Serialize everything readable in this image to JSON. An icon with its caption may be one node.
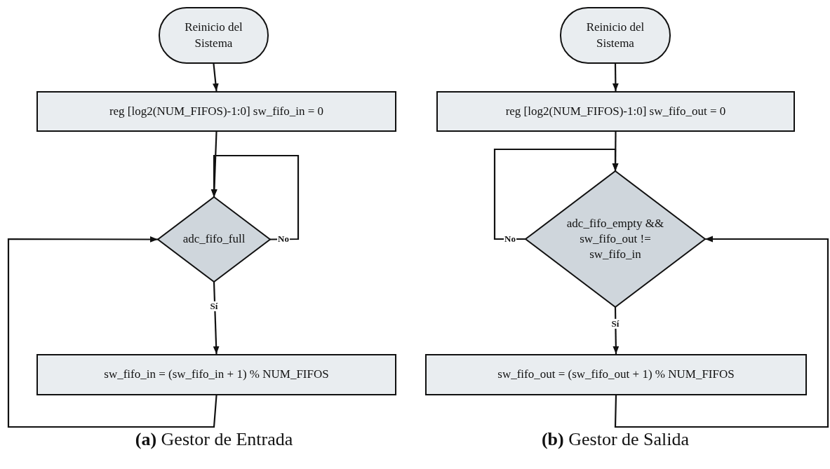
{
  "diagram": {
    "nodes": [
      {
        "text": [
          "Reinicio del Sistema"
        ]
      },
      {
        "text": [
          "reg [log2(NUM_FIFOS)-1:0] sw_fifo_in = 0"
        ]
      },
      {
        "text": [
          "adc_fifo_full"
        ]
      },
      {
        "text": [
          "sw_fifo_in = (sw_fifo_in + 1) % NUM_FIFOS"
        ]
      },
      {
        "text": [
          "Reinicio del Sistema"
        ]
      },
      {
        "text": [
          "reg [log2(NUM_FIFOS)-1:0] sw_fifo_out = 0"
        ]
      },
      {
        "text": [
          "adc_fifo_empty && sw_fifo_out != sw_fifo_in"
        ]
      },
      {
        "text": [
          "sw_fifo_out = (sw_fifo_out + 1) % NUM_FIFOS"
        ]
      }
    ],
    "edges": [
      {
        "from": 0,
        "to": 1,
        "arrow": "to"
      },
      {
        "from": 1,
        "to": 2,
        "arrow": "to"
      },
      {
        "from": 2,
        "to": 2,
        "arrow": "to",
        "label": "No"
      },
      {
        "from": 2,
        "to": 3,
        "arrow": "to",
        "label": "Sí"
      },
      {
        "from": 3,
        "to": 2,
        "arrow": "to"
      },
      {
        "from": 4,
        "to": 5,
        "arrow": "to"
      },
      {
        "from": 5,
        "to": 6,
        "arrow": "to"
      },
      {
        "from": 6,
        "to": 6,
        "arrow": "to",
        "label": "No"
      },
      {
        "from": 6,
        "to": 7,
        "arrow": "to",
        "label": "Sí"
      },
      {
        "from": 7,
        "to": 6,
        "arrow": "to"
      }
    ],
    "labels": [
      "**(a)** Gestor de Entrada",
      "**(b)** Gestor de Salida"
    ]
  }
}
